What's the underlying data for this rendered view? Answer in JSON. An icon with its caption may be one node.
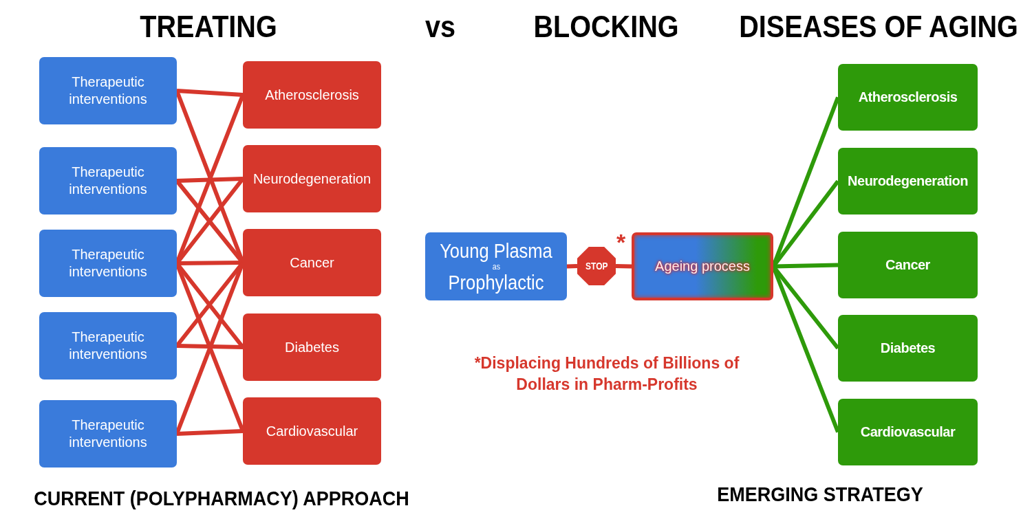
{
  "diagram": {
    "nodes": [
      {
        "text": [
          "Therapeutic interventions"
        ]
      },
      {
        "text": [
          "Therapeutic interventions"
        ]
      },
      {
        "text": [
          "Therapeutic interventions"
        ]
      },
      {
        "text": [
          "Therapeutic interventions"
        ]
      },
      {
        "text": [
          "Therapeutic interventions"
        ]
      },
      {
        "text": [
          "Atherosclerosis"
        ]
      },
      {
        "text": [
          "Neurodegeneration"
        ]
      },
      {
        "text": [
          "Cancer"
        ]
      },
      {
        "text": [
          "Diabetes"
        ]
      },
      {
        "text": [
          "Cardiovascular"
        ]
      },
      {
        "text": [
          "Young Plasma",
          "as",
          "Prophylactic"
        ]
      },
      {
        "text": [
          "STOP"
        ],
        "beside": [
          "*"
        ]
      },
      {
        "text": [
          "Ageing process"
        ]
      },
      {
        "text": [
          "Atherosclerosis"
        ]
      },
      {
        "text": [
          "Neurodegeneration"
        ]
      },
      {
        "text": [
          "Cancer"
        ]
      },
      {
        "text": [
          "Diabetes"
        ]
      },
      {
        "text": [
          "Cardiovascular"
        ]
      }
    ],
    "edges": [
      {
        "from": 0,
        "to": 5,
        "arrow": "none"
      },
      {
        "from": 1,
        "to": 6,
        "arrow": "none"
      },
      {
        "from": 2,
        "to": 7,
        "arrow": "none"
      },
      {
        "from": 3,
        "to": 8,
        "arrow": "none"
      },
      {
        "from": 4,
        "to": 9,
        "arrow": "none"
      },
      {
        "from": 0,
        "to": 7,
        "arrow": "none"
      },
      {
        "from": 2,
        "to": 5,
        "arrow": "none"
      },
      {
        "from": 1,
        "to": 7,
        "arrow": "none"
      },
      {
        "from": 2,
        "to": 6,
        "arrow": "none"
      },
      {
        "from": 2,
        "to": 8,
        "arrow": "none"
      },
      {
        "from": 2,
        "to": 9,
        "arrow": "none"
      },
      {
        "from": 3,
        "to": 7,
        "arrow": "none"
      },
      {
        "from": 4,
        "to": 7,
        "arrow": "none"
      },
      {
        "from": 10,
        "to": 11,
        "arrow": "none"
      },
      {
        "from": 11,
        "to": 12,
        "arrow": "none"
      },
      {
        "from": 12,
        "to": 13,
        "arrow": "none",
        "color": "#2e9a0a"
      },
      {
        "from": 12,
        "to": 14,
        "arrow": "none",
        "color": "#2e9a0a"
      },
      {
        "from": 12,
        "to": 15,
        "arrow": "none",
        "color": "#2e9a0a"
      },
      {
        "from": 12,
        "to": 16,
        "arrow": "none",
        "color": "#2e9a0a"
      },
      {
        "from": 12,
        "to": 17,
        "arrow": "none",
        "color": "#2e9a0a"
      }
    ],
    "labels": [
      "TREATING",
      "vs",
      "BLOCKING",
      "DISEASES OF AGING",
      "*Displacing Hundreds of Billions of  Dollars in Pharm-Profits",
      "CURRENT (POLYPHARMACY) APPROACH",
      "EMERGING STRATEGY"
    ]
  }
}
